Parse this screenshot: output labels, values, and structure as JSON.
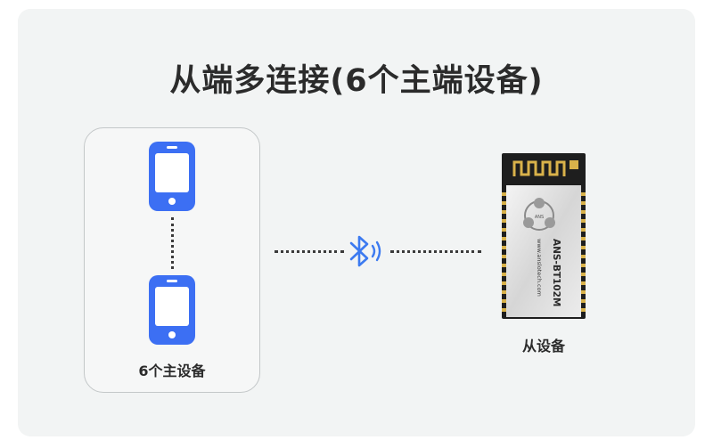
{
  "title": "从端多连接(6个主端设备)",
  "master_label": "6个主设备",
  "slave_label": "从设备",
  "module": {
    "model": "ANS-BT102M",
    "website": "www.anslotech.com",
    "logo_text": "ANS"
  },
  "colors": {
    "phone_blue": "#3c6ff3",
    "bluetooth_blue": "#3c7af0",
    "background": "#f2f4f4",
    "text": "#2b2b2b"
  },
  "icons": [
    "smartphone-icon",
    "bluetooth-icon",
    "bluetooth-module-icon"
  ]
}
